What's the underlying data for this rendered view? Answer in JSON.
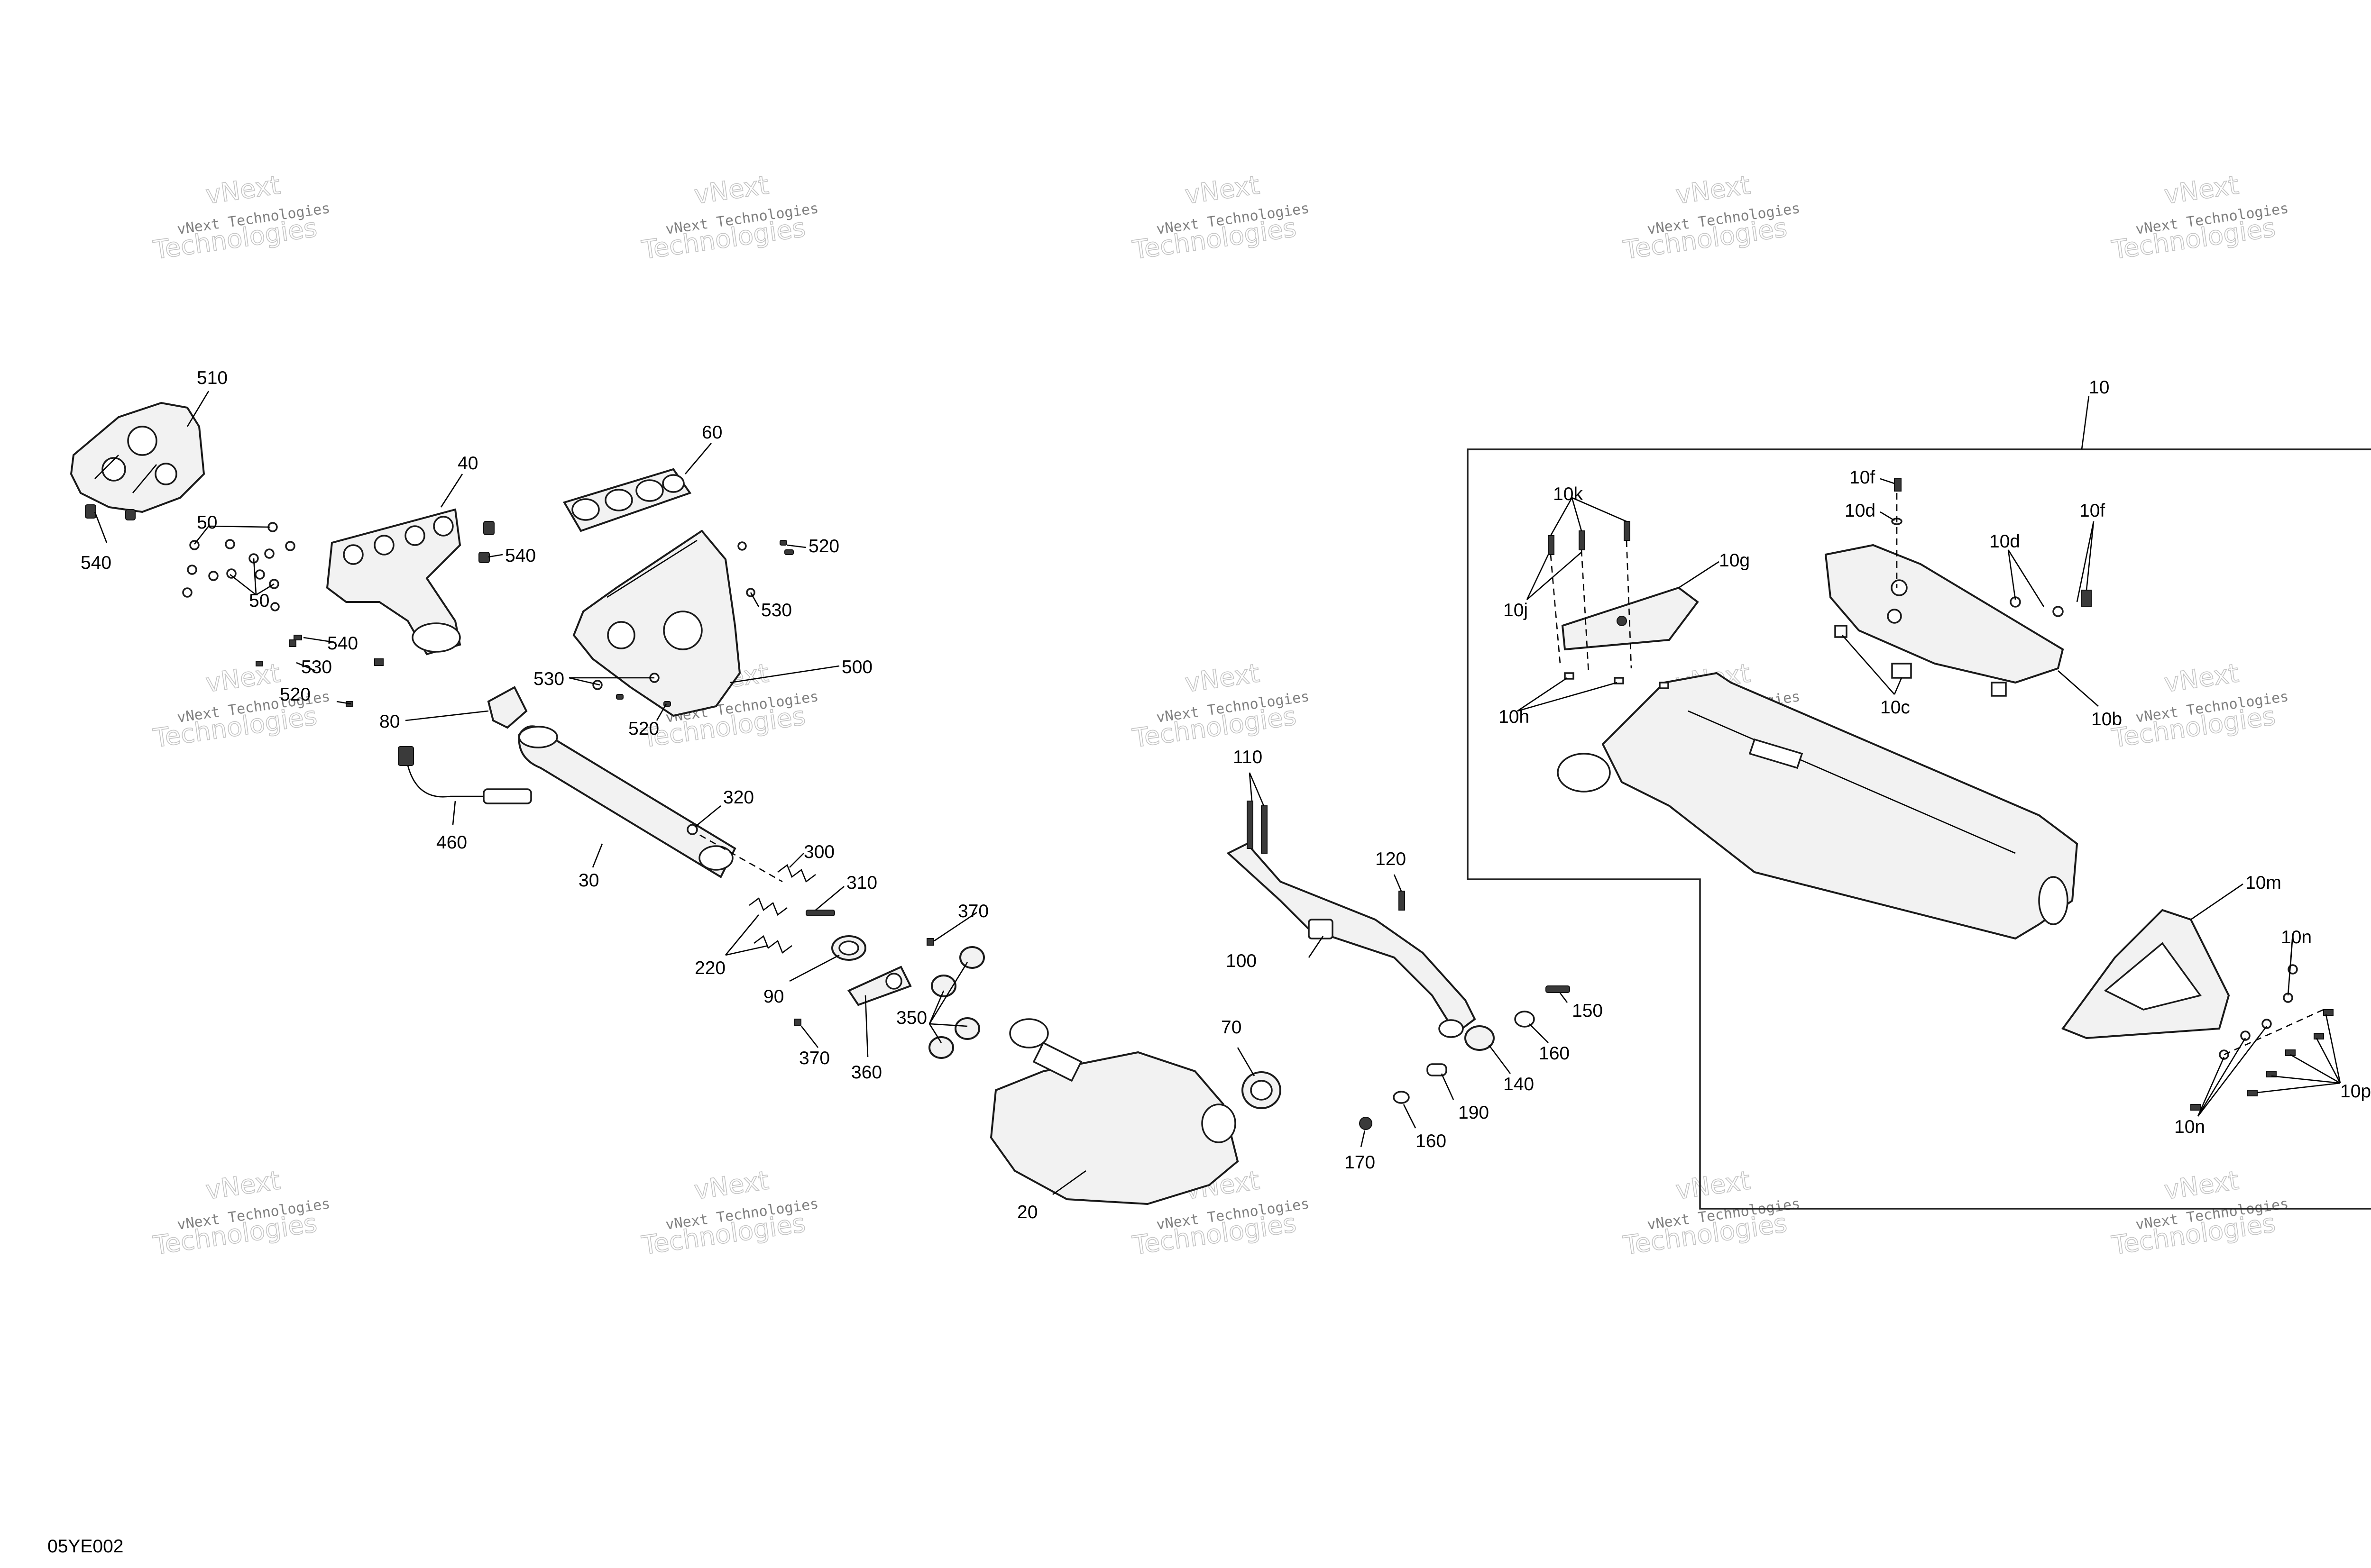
{
  "diagram_code": "05YE002",
  "watermark": {
    "line1": "vNext Technologies",
    "line2": "vNext",
    "line3": "Technologies"
  },
  "callouts": {
    "c510": "510",
    "c540a": "540",
    "c50a": "50",
    "c50b": "50",
    "c40": "40",
    "c540b": "540",
    "c60": "60",
    "c520a": "520",
    "c530a": "530",
    "c540c": "540",
    "c530b": "530",
    "c520b": "520",
    "c80": "80",
    "c530c": "530",
    "c500": "500",
    "c520c": "520",
    "c460": "460",
    "c30": "30",
    "c320": "320",
    "c300": "300",
    "c310": "310",
    "c220": "220",
    "c90": "90",
    "c370a": "370",
    "c370b": "370",
    "c350": "350",
    "c360": "360",
    "c20": "20",
    "c70": "70",
    "c110": "110",
    "c120": "120",
    "c100": "100",
    "c150": "150",
    "c160a": "160",
    "c140": "140",
    "c190": "190",
    "c160b": "160",
    "c170": "170",
    "c10": "10",
    "c10f_a": "10f",
    "c10d_a": "10d",
    "c10f_b": "10f",
    "c10d_b": "10d",
    "c10k": "10k",
    "c10g": "10g",
    "c10j": "10j",
    "c10h": "10h",
    "c10c": "10c",
    "c10b": "10b",
    "c10m": "10m",
    "c10n_a": "10n",
    "c10n_b": "10n",
    "c10p": "10p"
  }
}
